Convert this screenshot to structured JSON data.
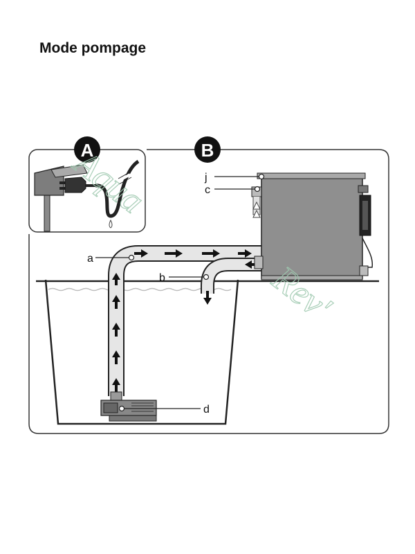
{
  "title": "Mode pompage",
  "panels": {
    "a_label": "A",
    "b_label": "B"
  },
  "callouts": {
    "a": "a",
    "b": "b",
    "c": "c",
    "d": "d",
    "j": "j"
  },
  "watermark": {
    "line1": "Aqua",
    "line2": "Rev'"
  },
  "colors": {
    "pipe_fill": "#e6e6e6",
    "unit_fill": "#8f8f8f",
    "badge_fill": "#111111",
    "watermark": "#9fc9b0",
    "water_line": "#bdbdbd"
  }
}
